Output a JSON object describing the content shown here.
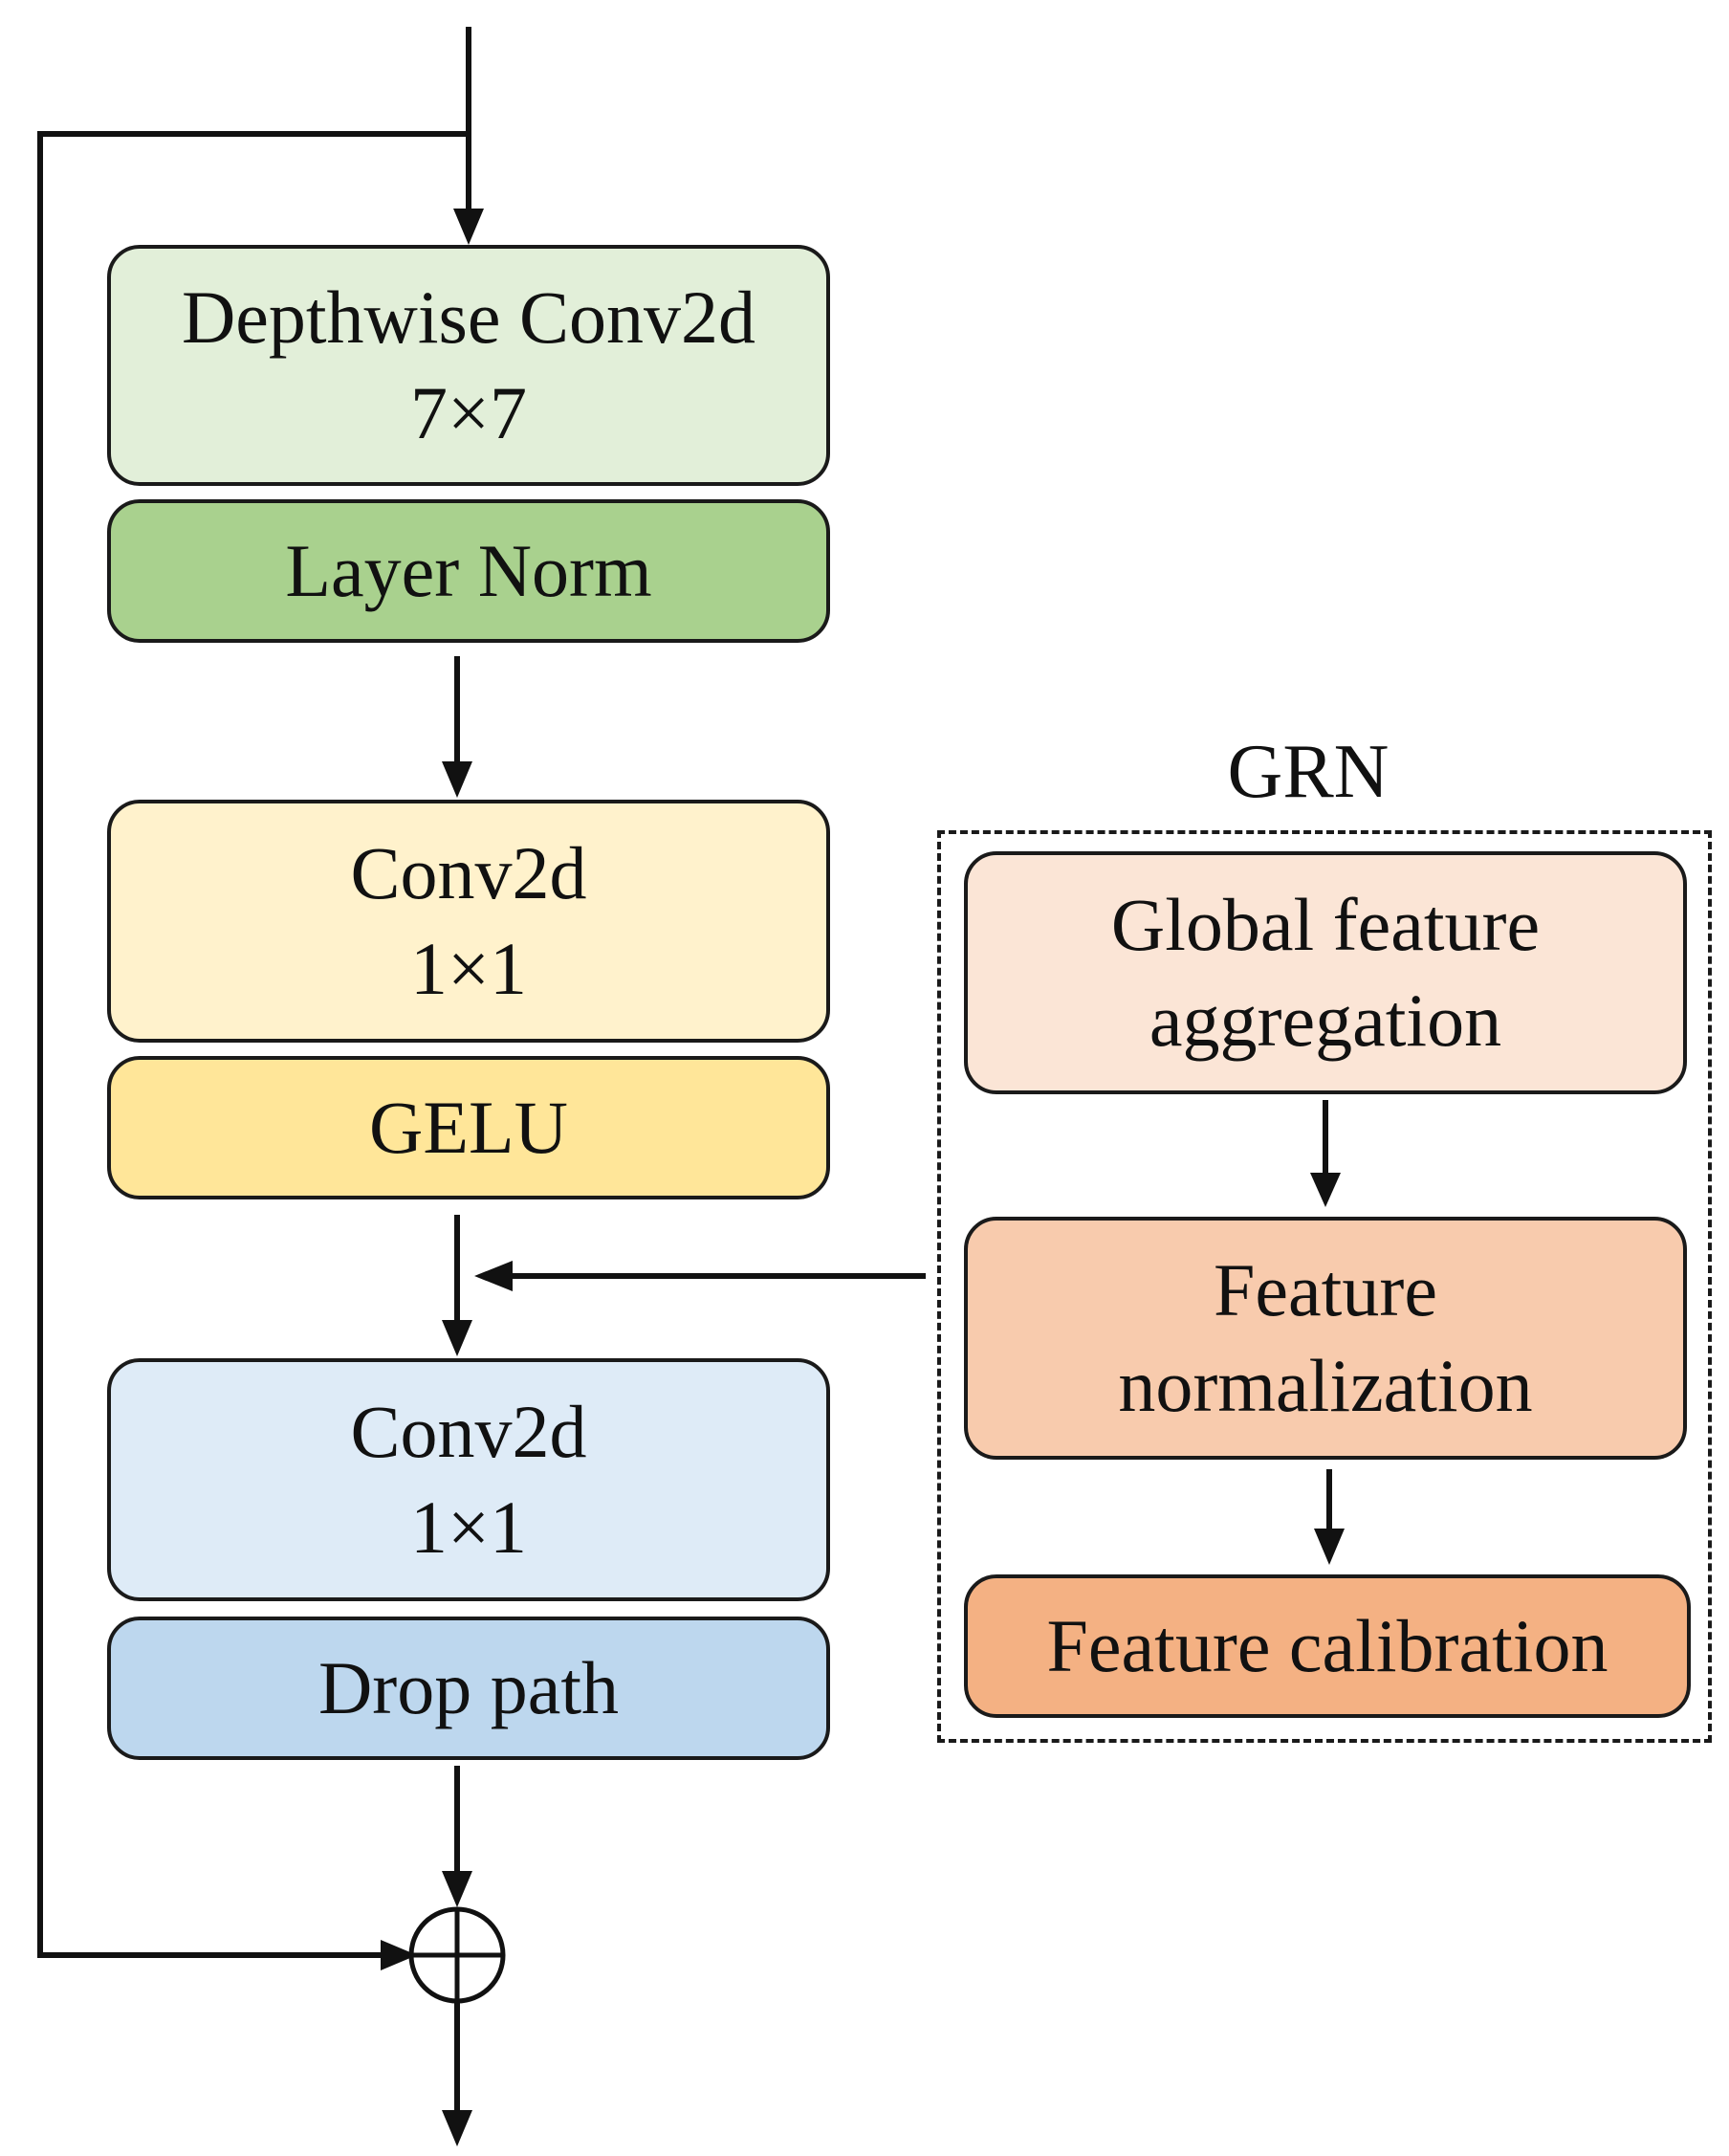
{
  "colors": {
    "depthwise": "#e2efd9",
    "layer_norm": "#a9d18e",
    "conv1": "#fff2cc",
    "gelu": "#ffe699",
    "conv2": "#deebf7",
    "drop_path": "#bdd7ee",
    "global_agg": "#fbe5d6",
    "feat_norm": "#f8cbad",
    "feat_calib": "#f4b183",
    "line": "#111111"
  },
  "blocks": {
    "depthwise": {
      "line1": "Depthwise Conv2d",
      "line2": "7×7"
    },
    "layer_norm": {
      "label": "Layer Norm"
    },
    "conv1": {
      "line1": "Conv2d",
      "line2": "1×1"
    },
    "gelu": {
      "label": "GELU"
    },
    "conv2": {
      "line1": "Conv2d",
      "line2": "1×1"
    },
    "drop_path": {
      "label": "Drop path"
    }
  },
  "grn": {
    "title": "GRN",
    "global_agg": {
      "line1": "Global feature",
      "line2": "aggregation"
    },
    "feat_norm": {
      "line1": "Feature",
      "line2": "normalization"
    },
    "feat_calib": {
      "label": "Feature calibration"
    }
  },
  "add_symbol": "⊕"
}
